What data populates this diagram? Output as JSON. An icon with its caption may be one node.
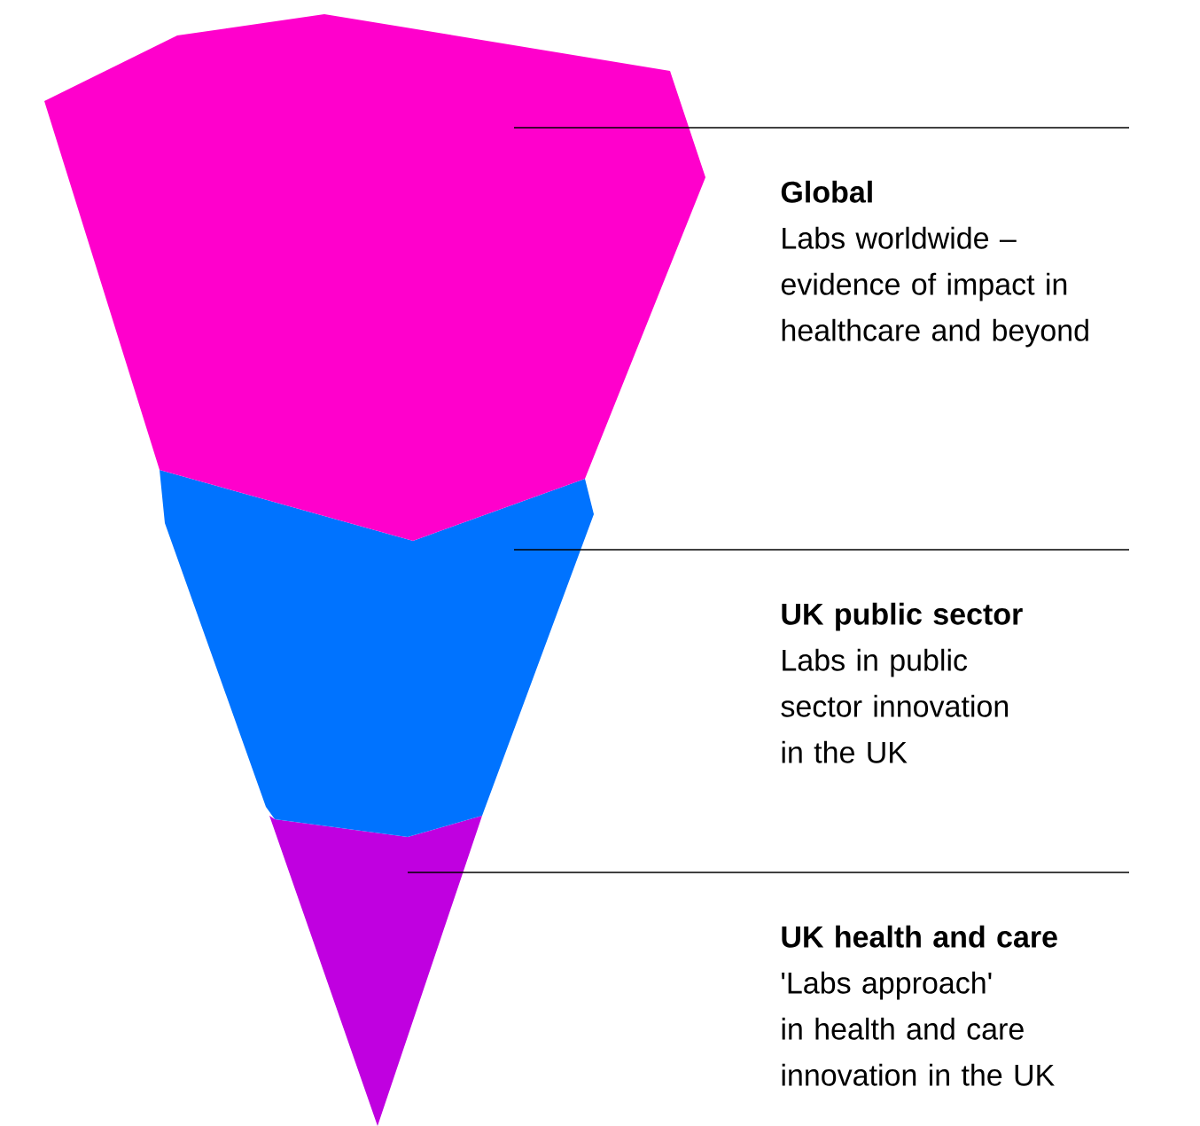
{
  "diagram": {
    "nodes": [
      {
        "text": [],
        "shape": "polygon"
      },
      {
        "text": [],
        "shape": "polygon"
      },
      {
        "text": [],
        "shape": "polygon"
      },
      {
        "text": [
          "Global",
          "Labs worldwide – evidence of impact in healthcare and beyond"
        ]
      },
      {
        "text": [
          "UK public sector",
          "Labs in public sector innovation in the UK"
        ]
      },
      {
        "text": [
          "UK health and care",
          "'Labs approach' in health and care innovation in the UK"
        ]
      }
    ],
    "edges": [
      {
        "from": 3,
        "to": 0,
        "arrow": "none"
      },
      {
        "from": 4,
        "to": 1,
        "arrow": "none"
      },
      {
        "from": 5,
        "to": 2,
        "arrow": "none"
      }
    ]
  }
}
